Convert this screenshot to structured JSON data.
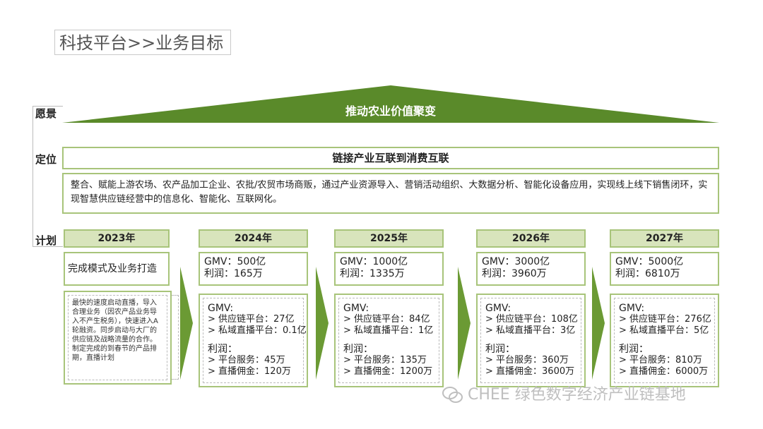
{
  "title": "科技平台>>业务目标",
  "labels": {
    "vision": "愿景",
    "position": "定位",
    "plan": "计划"
  },
  "vision_text": "推动农业价值聚变",
  "position_text": "链接产业互联到消费互联",
  "description": "整合、赋能上游农场、农产品加工企业、农批/农贸市场商贩，通过产业资源导入、营销活动组织、大数据分析、智能化设备应用，实现线上线下销售闭环，实现智慧供应链经营中的信息化、智能化、互联网化。",
  "years": [
    {
      "year": "2023年",
      "headline": "完成模式及业务打造",
      "detail": "最快的速度启动直播，导入合理业务（因农产品业务导入不产生税务），快速进入A轮融资。同步启动与大厂的供应链及战略流量的合作。制定完成的到春节的产品排期，直播计划"
    },
    {
      "year": "2024年",
      "gmv": "GMV：500亿",
      "profit": "利润：165万",
      "gmv_label": "GMV:",
      "gmv_items": [
        "> 供应链平台：27亿",
        "> 私域直播平台：0.1亿"
      ],
      "profit_label": "利润：",
      "profit_items": [
        "> 平台服务：45万",
        "> 直播佣金：120万"
      ]
    },
    {
      "year": "2025年",
      "gmv": "GMV：1000亿",
      "profit": "利润：1335万",
      "gmv_label": "GMV:",
      "gmv_items": [
        "> 供应链平台：84亿",
        "> 私域直播平台：1亿"
      ],
      "profit_label": "利润：",
      "profit_items": [
        "> 平台服务：135万",
        "> 直播佣金：1200万"
      ]
    },
    {
      "year": "2026年",
      "gmv": "GMV：3000亿",
      "profit": "利润：3960万",
      "gmv_label": "GMV:",
      "gmv_items": [
        "> 供应链平台：108亿",
        "> 私域直播平台：3亿"
      ],
      "profit_label": "利润：",
      "profit_items": [
        "> 平台服务：360万",
        "> 直播佣金：3600万"
      ]
    },
    {
      "year": "2027年",
      "gmv": "GMV：5000亿",
      "profit": "利润：6810万",
      "gmv_label": "GMV:",
      "gmv_items": [
        "> 供应链平台：276亿",
        "> 私域直播平台：5亿"
      ],
      "profit_label": "利润：",
      "profit_items": [
        "> 平台服务：810万",
        "> 直播佣金：6000万"
      ]
    }
  ],
  "watermark": "CHEE 绿色数字经济产业链基地",
  "icons": {
    "wechat": "wechat-icon",
    "arrow": "chevron-right-arrow-icon"
  },
  "colors": {
    "accent_dark": "#5a8a2a",
    "accent_light": "#d8e4bc",
    "border": "#a8c47a"
  }
}
